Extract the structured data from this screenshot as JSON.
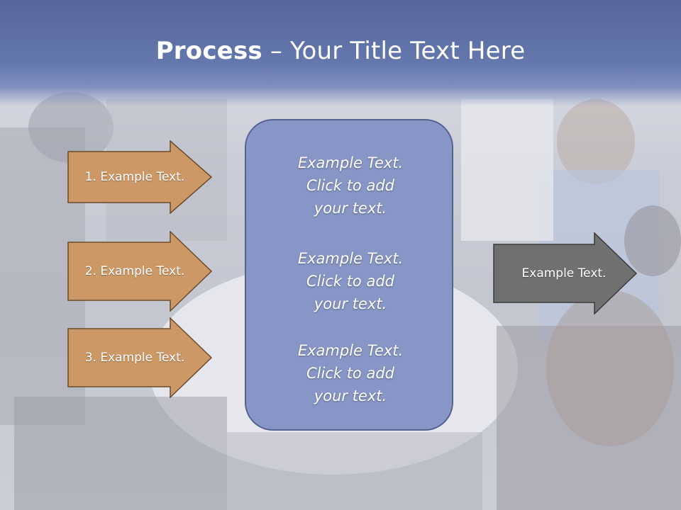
{
  "slide": {
    "title_bold": "Process",
    "title_rest": " – Your Title Text Here",
    "left_arrows": [
      {
        "label": "1. Example Text."
      },
      {
        "label": "2. Example Text."
      },
      {
        "label": "3. Example Text."
      }
    ],
    "center_blocks": [
      {
        "text": "Example Text.\nClick  to add\nyour text."
      },
      {
        "text": "Example Text.\nClick  to add\nyour text."
      },
      {
        "text": "Example Text.\nClick  to add\nyour text."
      }
    ],
    "right_arrow": {
      "label": "Example Text."
    }
  },
  "colors": {
    "header": "#6478ae",
    "left_arrow_fill": "#cc9966",
    "left_arrow_border": "#6b4a2a",
    "center_box_fill": "#8796c6",
    "right_arrow_fill": "#707070"
  }
}
